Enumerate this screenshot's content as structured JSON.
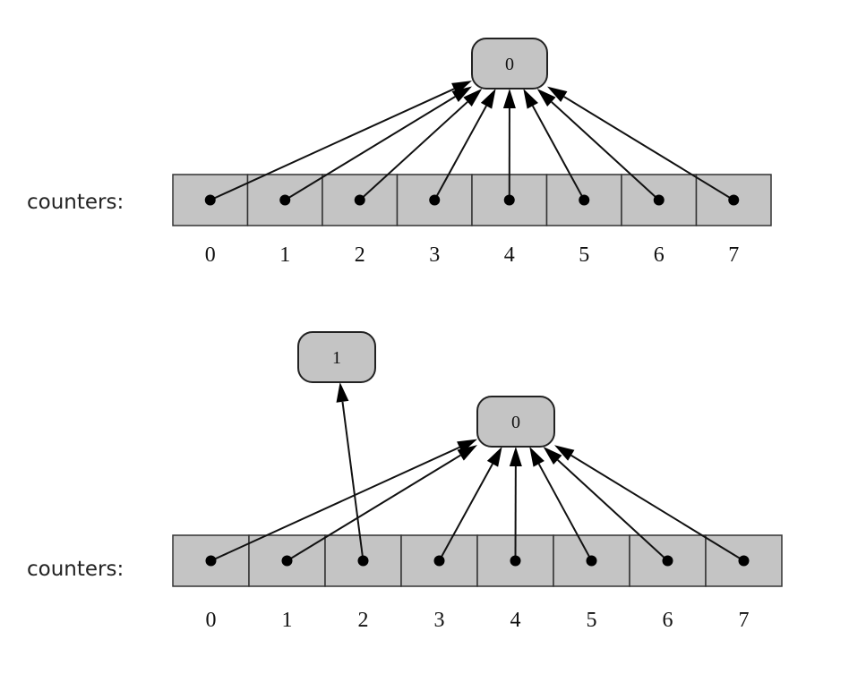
{
  "diagrams": [
    {
      "label": "counters:",
      "indices": [
        "0",
        "1",
        "2",
        "3",
        "4",
        "5",
        "6",
        "7"
      ],
      "nodes": [
        {
          "id": "n0",
          "value": "0"
        }
      ],
      "pointers": [
        "n0",
        "n0",
        "n0",
        "n0",
        "n0",
        "n0",
        "n0",
        "n0"
      ]
    },
    {
      "label": "counters:",
      "indices": [
        "0",
        "1",
        "2",
        "3",
        "4",
        "5",
        "6",
        "7"
      ],
      "nodes": [
        {
          "id": "n1",
          "value": "1"
        },
        {
          "id": "n0",
          "value": "0"
        }
      ],
      "pointers": [
        "n0",
        "n0",
        "n1",
        "n0",
        "n0",
        "n0",
        "n0",
        "n0"
      ]
    }
  ],
  "colors": {
    "cell_fill": "#c4c4c4",
    "node_fill": "#c4c4c4",
    "stroke": "#111111"
  }
}
